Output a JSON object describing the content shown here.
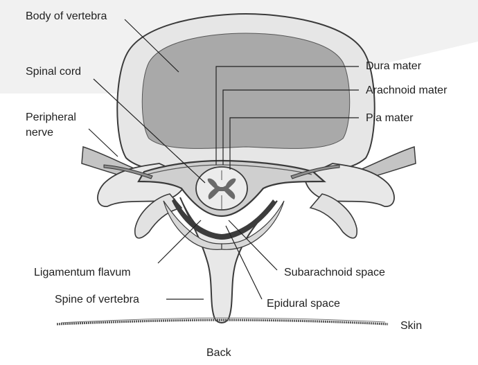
{
  "labels": {
    "body_of_vertebra": "Body of vertebra",
    "spinal_cord": "Spinal cord",
    "peripheral_nerve_line1": "Peripheral",
    "peripheral_nerve_line2": "nerve",
    "dura_mater": "Dura mater",
    "arachnoid_mater": "Arachnoid mater",
    "pia_mater": "Pia mater",
    "ligamentum_flavum": "Ligamentum flavum",
    "subarachnoid_space": "Subarachnoid space",
    "spine_of_vertebra": "Spine of vertebra",
    "epidural_space": "Epidural space",
    "skin": "Skin",
    "back": "Back"
  },
  "colors": {
    "background": "#ffffff",
    "bone": "#e8e8e8",
    "bone_edge": "#3a3a3a",
    "vertebral_body_inner": "#a9a9a9",
    "nerve": "#c4c4c4",
    "dura": "#555555",
    "cord": "#ececec",
    "gray_matter": "#6a6a6a",
    "leader_line": "#222222",
    "text": "#1f1f1f"
  }
}
